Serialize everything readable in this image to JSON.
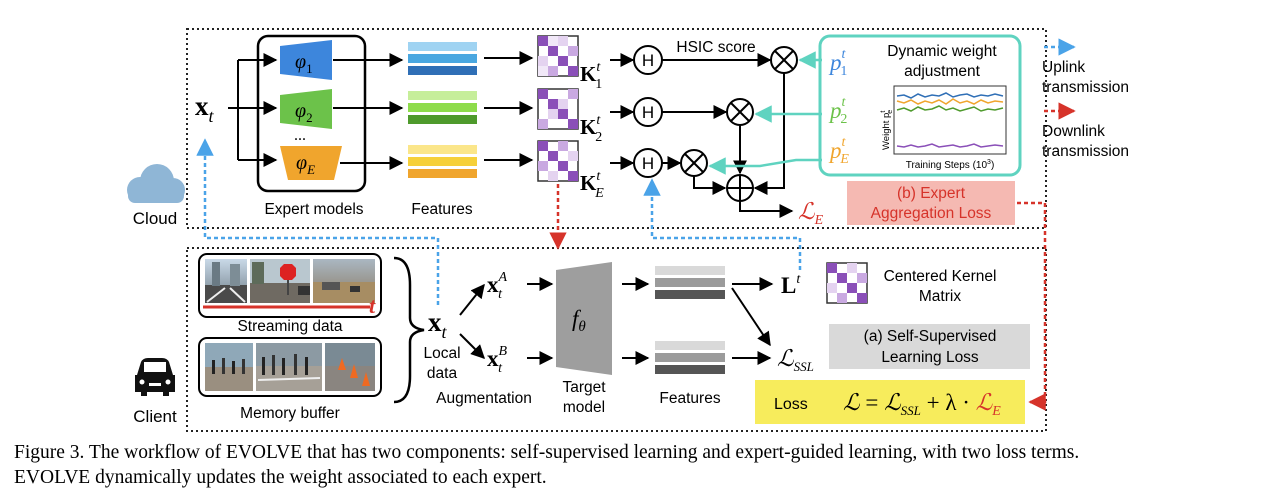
{
  "colors": {
    "expert1": "#3d86dc",
    "expert2": "#6cc24a",
    "expertE": "#f0a52d",
    "cloud_icon": "#8fb6d6",
    "teal_arrow": "#5fd3c0",
    "uplink": "#4aa3e8",
    "downlink": "#d6332a",
    "expert_loss_box": "#f5b9b2",
    "ssl_box": "#d9d9d9",
    "loss_box": "#f7ec5c",
    "target_model": "#9e9e9e"
  },
  "icons": [
    "cloud-icon",
    "car-icon",
    "brace-icon",
    "hsic-node-icon",
    "multiply-node-icon",
    "add-node-icon",
    "kernel-matrix-icon"
  ],
  "cloud": {
    "label": "Cloud",
    "input": {
      "base": "x",
      "sub": "t"
    },
    "experts_label": "Expert models",
    "features_label": "Features",
    "experts": [
      {
        "base": "φ",
        "sub": "1"
      },
      {
        "base": "φ",
        "sub": "2"
      },
      {
        "base": "φ",
        "sub": "E"
      }
    ],
    "ellipsis": "...",
    "kernels": [
      {
        "base": "K",
        "sup": "t",
        "sub": "1"
      },
      {
        "base": "K",
        "sup": "t",
        "sub": "2"
      },
      {
        "base": "K",
        "sup": "t",
        "sub": "E"
      }
    ],
    "hsic_node": "H",
    "hsic_label": "HSIC score",
    "weights": [
      {
        "base": "p",
        "sup": "t",
        "sub": "1"
      },
      {
        "base": "p",
        "sup": "t",
        "sub": "2"
      },
      {
        "base": "p",
        "sup": "t",
        "sub": "E"
      }
    ],
    "dynamic_title_1": "Dynamic weight",
    "dynamic_title_2": "adjustment",
    "mini_chart": {
      "ylabel": "Weight p",
      "ylabel_sup": "t",
      "ylabel_sub": "e",
      "xlabel": "Training Steps (10",
      "xlabel_sup": "3",
      "xlabel_end": ")"
    },
    "expert_loss_symbol": {
      "base": "ℒ",
      "sub": "E"
    },
    "expert_loss_box_1": "(b) Expert",
    "expert_loss_box_2": "Aggregation Loss"
  },
  "legend": {
    "uplink_1": "Uplink",
    "uplink_2": "transmission",
    "downlink_1": "Downlink",
    "downlink_2": "transmission"
  },
  "client": {
    "label": "Client",
    "streaming_label": "Streaming data",
    "time_label": "t",
    "memory_label": "Memory buffer",
    "input": {
      "base": "x",
      "sub": "t"
    },
    "local_data_1": "Local",
    "local_data_2": "data",
    "aug_a": {
      "base": "x",
      "sup": "A",
      "sub": "t"
    },
    "aug_b": {
      "base": "x",
      "sup": "B",
      "sub": "t"
    },
    "augmentation_label": "Augmentation",
    "model_symbol": {
      "base": "f",
      "sub": "θ"
    },
    "target_model_1": "Target",
    "target_model_2": "model",
    "features_label": "Features",
    "client_kernel": {
      "base": "L",
      "sup": "t"
    },
    "ckm_1": "Centered Kernel",
    "ckm_2": "Matrix",
    "ssl_symbol": {
      "base": "ℒ",
      "sub": "SSL"
    },
    "ssl_box_1": "(a) Self-Supervised",
    "ssl_box_2": "Learning Loss",
    "loss_word": "Loss",
    "loss_formula": {
      "lhs": "ℒ",
      "eq": " = ",
      "t1": "ℒ",
      "t1_sub": "SSL",
      "plus": " + λ · ",
      "t2": "ℒ",
      "t2_sub": "E"
    }
  },
  "caption": {
    "line1": "Figure 3. The workflow of EVOLVE that has two components: self-supervised learning and expert-guided learning, with two loss terms.",
    "line2": "EVOLVE dynamically updates the weight associated to each expert."
  }
}
